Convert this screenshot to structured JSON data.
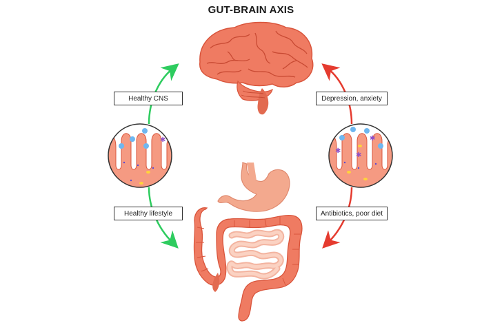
{
  "title": "GUT-BRAIN AXIS",
  "labels": {
    "healthy_cns": "Healthy CNS",
    "depression_anxiety": "Depression, anxiety",
    "healthy_lifestyle": "Healthy lifestyle",
    "antibiotics_poor_diet": "Antibiotics, poor diet"
  },
  "colors": {
    "healthy_arrow": "#2ecc5f",
    "unhealthy_arrow": "#e53b2f",
    "organ": "#ef7b62",
    "organ_dark": "#d9553c",
    "intestine_light": "#fbd2c2",
    "background": "#ffffff"
  },
  "icons": [
    "brain-icon",
    "stomach-icon",
    "intestines-icon",
    "healthy-villi-icon",
    "unhealthy-villi-icon"
  ]
}
